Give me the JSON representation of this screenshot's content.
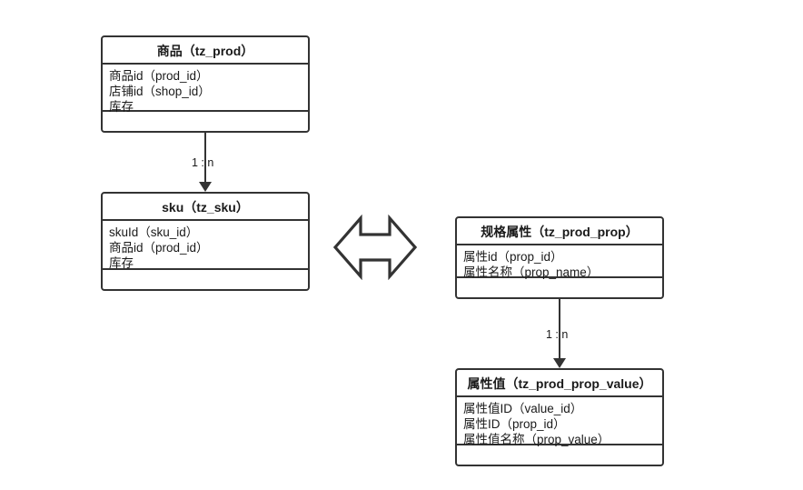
{
  "diagram": {
    "title": "",
    "stroke_color": "#333333",
    "text_color": "#1a1a1a",
    "background": "#ffffff"
  },
  "entities": [
    {
      "id": "tz_prod",
      "title": "商品（tz_prod）",
      "attributes": [
        "商品id（prod_id）",
        "店铺id（shop_id）",
        "库存"
      ]
    },
    {
      "id": "tz_sku",
      "title": "sku（tz_sku）",
      "attributes": [
        "skuId（sku_id）",
        "商品id（prod_id）",
        "库存"
      ]
    },
    {
      "id": "tz_prod_prop",
      "title": "规格属性（tz_prod_prop）",
      "attributes": [
        "属性id（prop_id）",
        "属性名称（prop_name）"
      ]
    },
    {
      "id": "tz_prod_prop_value",
      "title": "属性值（tz_prod_prop_value）",
      "attributes": [
        "属性值ID（value_id）",
        "属性ID（prop_id）",
        "属性值名称（prop_value）"
      ]
    }
  ],
  "relations": [
    {
      "id": "prod-to-sku",
      "from": "tz_prod",
      "to": "tz_sku",
      "cardinality": "1 : n"
    },
    {
      "id": "prop-to-prop-value",
      "from": "tz_prod_prop",
      "to": "tz_prod_prop_value",
      "cardinality": "1 : n"
    }
  ],
  "symbols": [
    {
      "id": "sku-prop-link",
      "kind": "bidirectional-arrow",
      "label": ""
    }
  ]
}
